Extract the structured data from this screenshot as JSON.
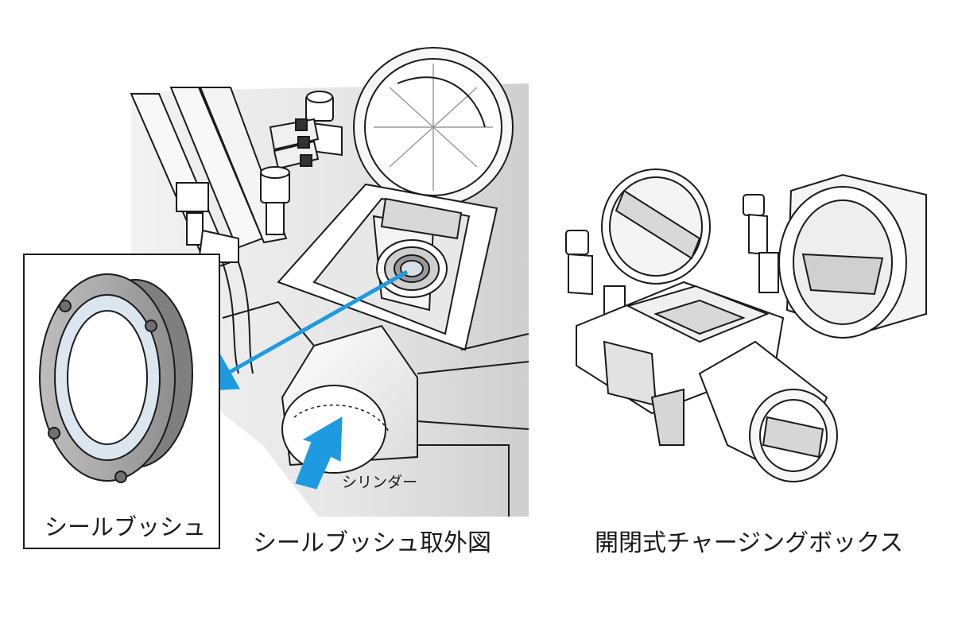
{
  "figure": {
    "inset_label": "シールブッシュ",
    "cylinder_label": "シリンダー",
    "caption_left": "シールブッシュ取外図",
    "caption_right": "開閉式チャージングボックス"
  },
  "colors": {
    "arrow_blue": "#1e9be0",
    "line": "#1a1a1a",
    "shade_gray": "#d6d6d6",
    "ring_highlight": "#dce6ef"
  },
  "icons": [
    "arrow-to-inset",
    "arrow-up-right"
  ]
}
